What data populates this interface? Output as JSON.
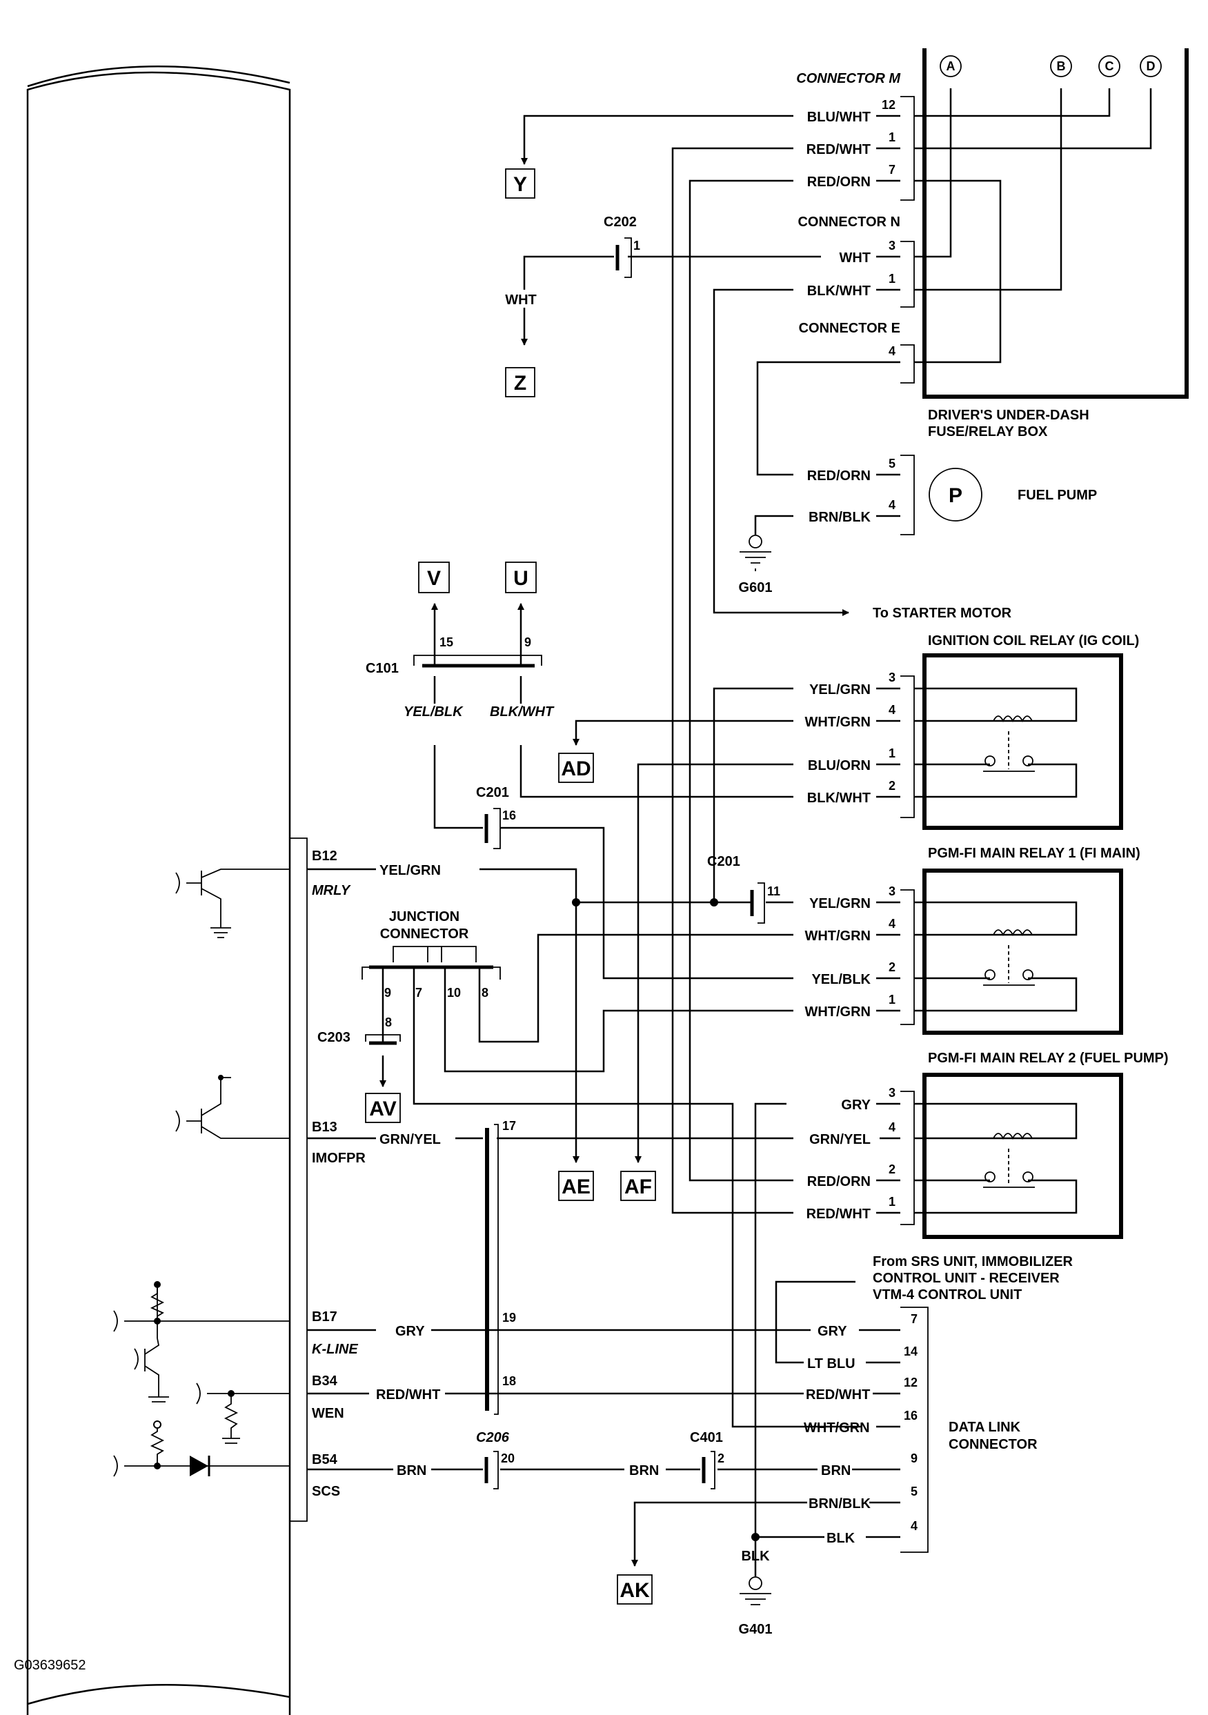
{
  "image_code": "G03639652",
  "ecm": {
    "pins": [
      {
        "id": "B12",
        "name": "MRLY"
      },
      {
        "id": "B13",
        "name": "IMOFPR"
      },
      {
        "id": "B17",
        "name": "K-LINE"
      },
      {
        "id": "B34",
        "name": "WEN"
      },
      {
        "id": "B54",
        "name": "SCS"
      }
    ]
  },
  "fuse_box": {
    "title_line1": "DRIVER'S UNDER-DASH",
    "title_line2": "FUSE/RELAY BOX",
    "terminal_labels": [
      "A",
      "B",
      "C",
      "D"
    ],
    "connector_m": {
      "label": "CONNECTOR M",
      "wires": [
        {
          "pin": "12",
          "color": "BLU/WHT"
        },
        {
          "pin": "1",
          "color": "RED/WHT"
        },
        {
          "pin": "7",
          "color": "RED/ORN"
        }
      ]
    },
    "connector_n": {
      "label": "CONNECTOR N",
      "wires": [
        {
          "pin": "3",
          "color": "WHT"
        },
        {
          "pin": "1",
          "color": "BLK/WHT"
        }
      ]
    },
    "connector_e": {
      "label": "CONNECTOR E",
      "wires": [
        {
          "pin": "4",
          "color": ""
        }
      ]
    }
  },
  "fuel_pump": {
    "label": "FUEL PUMP",
    "symbol": "P",
    "wires": [
      {
        "pin": "5",
        "color": "RED/ORN"
      },
      {
        "pin": "4",
        "color": "BRN/BLK"
      }
    ],
    "ground": "G601"
  },
  "starter_note": "To STARTER MOTOR",
  "relays": [
    {
      "title": "IGNITION COIL RELAY (IG COIL)",
      "wires": [
        {
          "pin": "3",
          "color": "YEL/GRN"
        },
        {
          "pin": "4",
          "color": "WHT/GRN"
        },
        {
          "pin": "1",
          "color": "BLU/ORN"
        },
        {
          "pin": "2",
          "color": "BLK/WHT"
        }
      ]
    },
    {
      "title": "PGM-FI MAIN RELAY 1 (FI MAIN)",
      "wires": [
        {
          "pin": "3",
          "color": "YEL/GRN"
        },
        {
          "pin": "4",
          "color": "WHT/GRN"
        },
        {
          "pin": "2",
          "color": "YEL/BLK"
        },
        {
          "pin": "1",
          "color": "WHT/GRN"
        }
      ]
    },
    {
      "title": "PGM-FI MAIN RELAY 2 (FUEL PUMP)",
      "wires": [
        {
          "pin": "3",
          "color": "GRY"
        },
        {
          "pin": "4",
          "color": "GRN/YEL"
        },
        {
          "pin": "2",
          "color": "RED/ORN"
        },
        {
          "pin": "1",
          "color": "RED/WHT"
        }
      ]
    }
  ],
  "connectors": {
    "c202": {
      "label": "C202",
      "pin": "1",
      "wire": "WHT"
    },
    "c101": {
      "label": "C101",
      "pins": [
        "15",
        "9"
      ],
      "wires": [
        "YEL/BLK",
        "BLK/WHT"
      ]
    },
    "c201_top": {
      "label": "C201",
      "pin": "16"
    },
    "c201_mid": {
      "label": "C201",
      "pin": "11"
    },
    "junction": {
      "label_line1": "JUNCTION",
      "label_line2": "CONNECTOR",
      "pins": [
        "9",
        "7",
        "10",
        "8"
      ]
    },
    "c203": {
      "label": "C203",
      "pin": "8"
    },
    "c206": {
      "label": "C206",
      "pin": "20"
    },
    "c401": {
      "label": "C401",
      "pin": "2"
    },
    "bus": {
      "pins": [
        "17",
        "19",
        "18"
      ]
    }
  },
  "ecm_wires": {
    "b12": "YEL/GRN",
    "b13": "GRN/YEL",
    "b17": "GRY",
    "b34": "RED/WHT",
    "b54": "BRN",
    "b54_mid": "BRN"
  },
  "off_page": [
    "Y",
    "Z",
    "V",
    "U",
    "AD",
    "AV",
    "AE",
    "AF",
    "AK"
  ],
  "dlc": {
    "label_line1": "DATA LINK",
    "label_line2": "CONNECTOR",
    "note_line1": "From SRS UNIT, IMMOBILIZER",
    "note_line2": "CONTROL UNIT - RECEIVER",
    "note_line3": "VTM-4 CONTROL UNIT",
    "wires": [
      {
        "pin": "7",
        "color": "GRY"
      },
      {
        "pin": "14",
        "color": "LT BLU"
      },
      {
        "pin": "12",
        "color": "RED/WHT"
      },
      {
        "pin": "16",
        "color": "WHT/GRN"
      },
      {
        "pin": "9",
        "color": "BRN"
      },
      {
        "pin": "5",
        "color": "BRN/BLK"
      },
      {
        "pin": "4",
        "color": "BLK"
      }
    ]
  },
  "ground_g401": {
    "wire": "BLK",
    "label": "G401"
  }
}
